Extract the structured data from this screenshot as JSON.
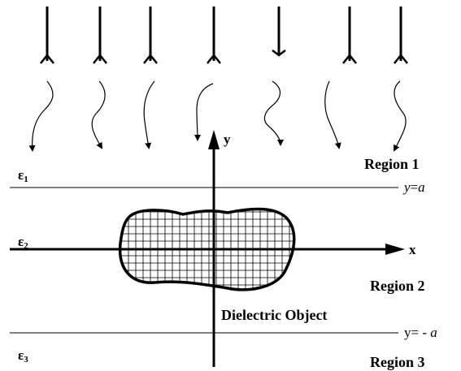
{
  "axes": {
    "x_label": "x",
    "y_label": "y"
  },
  "regions": [
    {
      "name": "Region 1",
      "epsilon": "ε",
      "sub": "1"
    },
    {
      "name": "Region 2",
      "epsilon": "ε",
      "sub": "2"
    },
    {
      "name": "Region 3",
      "epsilon": "ε",
      "sub": "3"
    }
  ],
  "boundaries": {
    "upper": {
      "prefix": "y",
      "eq": "=",
      "value": "a"
    },
    "lower": {
      "prefix": "y",
      "eq": "= - ",
      "value": "a"
    }
  },
  "object_label": "Dielectric Object",
  "sources": {
    "count": 7
  }
}
